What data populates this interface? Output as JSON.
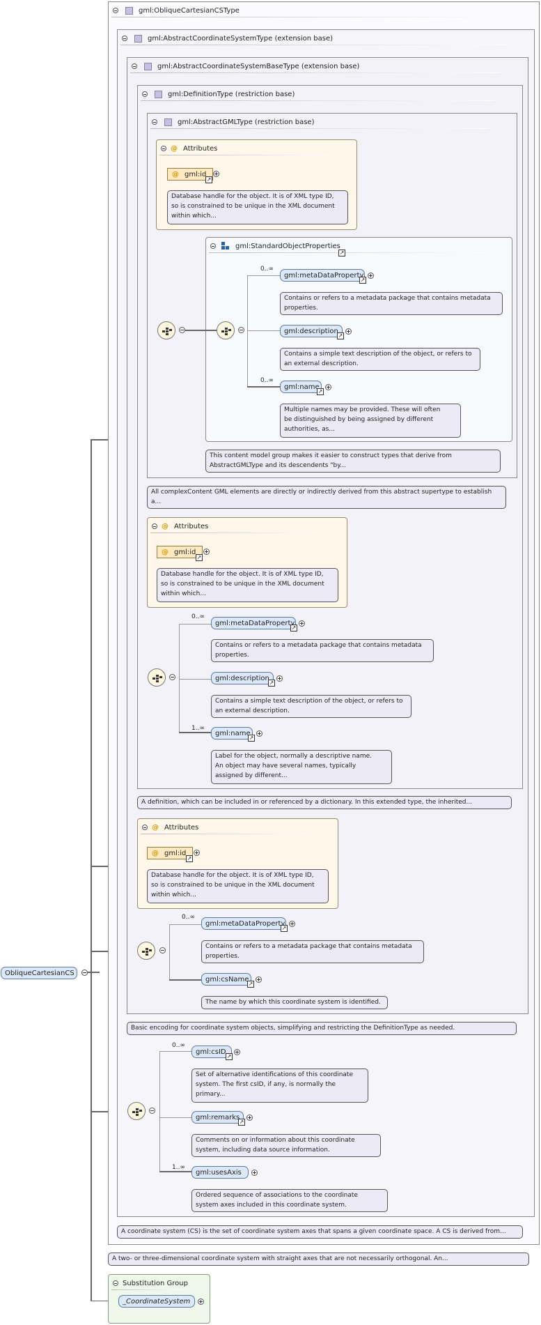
{
  "root": {
    "label": "ObliqueCartesianCS"
  },
  "types": {
    "oblique": "gml:ObliqueCartesianCSType",
    "abstract_cs": "gml:AbstractCoordinateSystemType (extension base)",
    "abstract_cs_base": "gml:AbstractCoordinateSystemBaseType (extension base)",
    "definition": "gml:DefinitionType (restriction base)",
    "abstract_gml": "gml:AbstractGMLType (restriction base)"
  },
  "attributes_label": "Attributes",
  "gml_id": "gml:id",
  "gml_id_doc": [
    "Database handle for the object.  It is of XML type ID,",
    "so is constrained to be unique in the XML document",
    "within which..."
  ],
  "standard_object_properties": "gml:StandardObjectProperties",
  "occurrence": {
    "zero_many": "0..∞",
    "one_many": "1..∞"
  },
  "elements": {
    "metaDataProperty": "gml:metaDataProperty",
    "description": "gml:description",
    "name": "gml:name",
    "csName": "gml:csName",
    "csID": "gml:csID",
    "remarks": "gml:remarks",
    "usesAxis": "gml:usesAxis"
  },
  "docs": {
    "metaDataProperty": [
      "Contains or refers to a metadata package that contains metadata",
      "properties."
    ],
    "description": [
      "Contains a simple text description of the object, or refers to",
      "an external description."
    ],
    "name_inner": [
      "Multiple names may be provided.  These will often",
      "be distinguished by being assigned by different",
      "authorities, as..."
    ],
    "sop_group": [
      "This content model group makes it easier to construct types that derive from",
      "AbstractGMLType and its descendents \"by..."
    ],
    "abstract_gml": [
      "All complexContent GML elements are directly or indirectly derived from this abstract supertype to establish",
      "a..."
    ],
    "name_def": [
      "Label for the object, normally a descriptive name.",
      "An object may have several names, typically",
      "assigned by different..."
    ],
    "definition": [
      "A definition, which can be included in or referenced by a dictionary.  In this extended type, the inherited..."
    ],
    "csName": [
      "The name by which this coordinate system is identified."
    ],
    "cs_base": [
      "Basic encoding for coordinate system objects, simplifying and restricting the DefinitionType as needed."
    ],
    "csID": [
      "Set of alternative identifications of this coordinate",
      "system.  The first csID, if any, is normally the",
      "primary..."
    ],
    "remarks": [
      "Comments on or information about this coordinate",
      "system, including data source information."
    ],
    "usesAxis": [
      "Ordered sequence of associations to the coordinate",
      "system axes included in this coordinate system."
    ],
    "abstract_cs": [
      "A coordinate system (CS) is the set of coordinate system axes that spans a given coordinate space. A CS is derived from..."
    ],
    "oblique": [
      "A two- or three-dimensional coordinate system with straight axes that are not necessarily orthogonal.  An..."
    ]
  },
  "substitution_group": {
    "label": "Substitution Group",
    "member": "_CoordinateSystem"
  }
}
